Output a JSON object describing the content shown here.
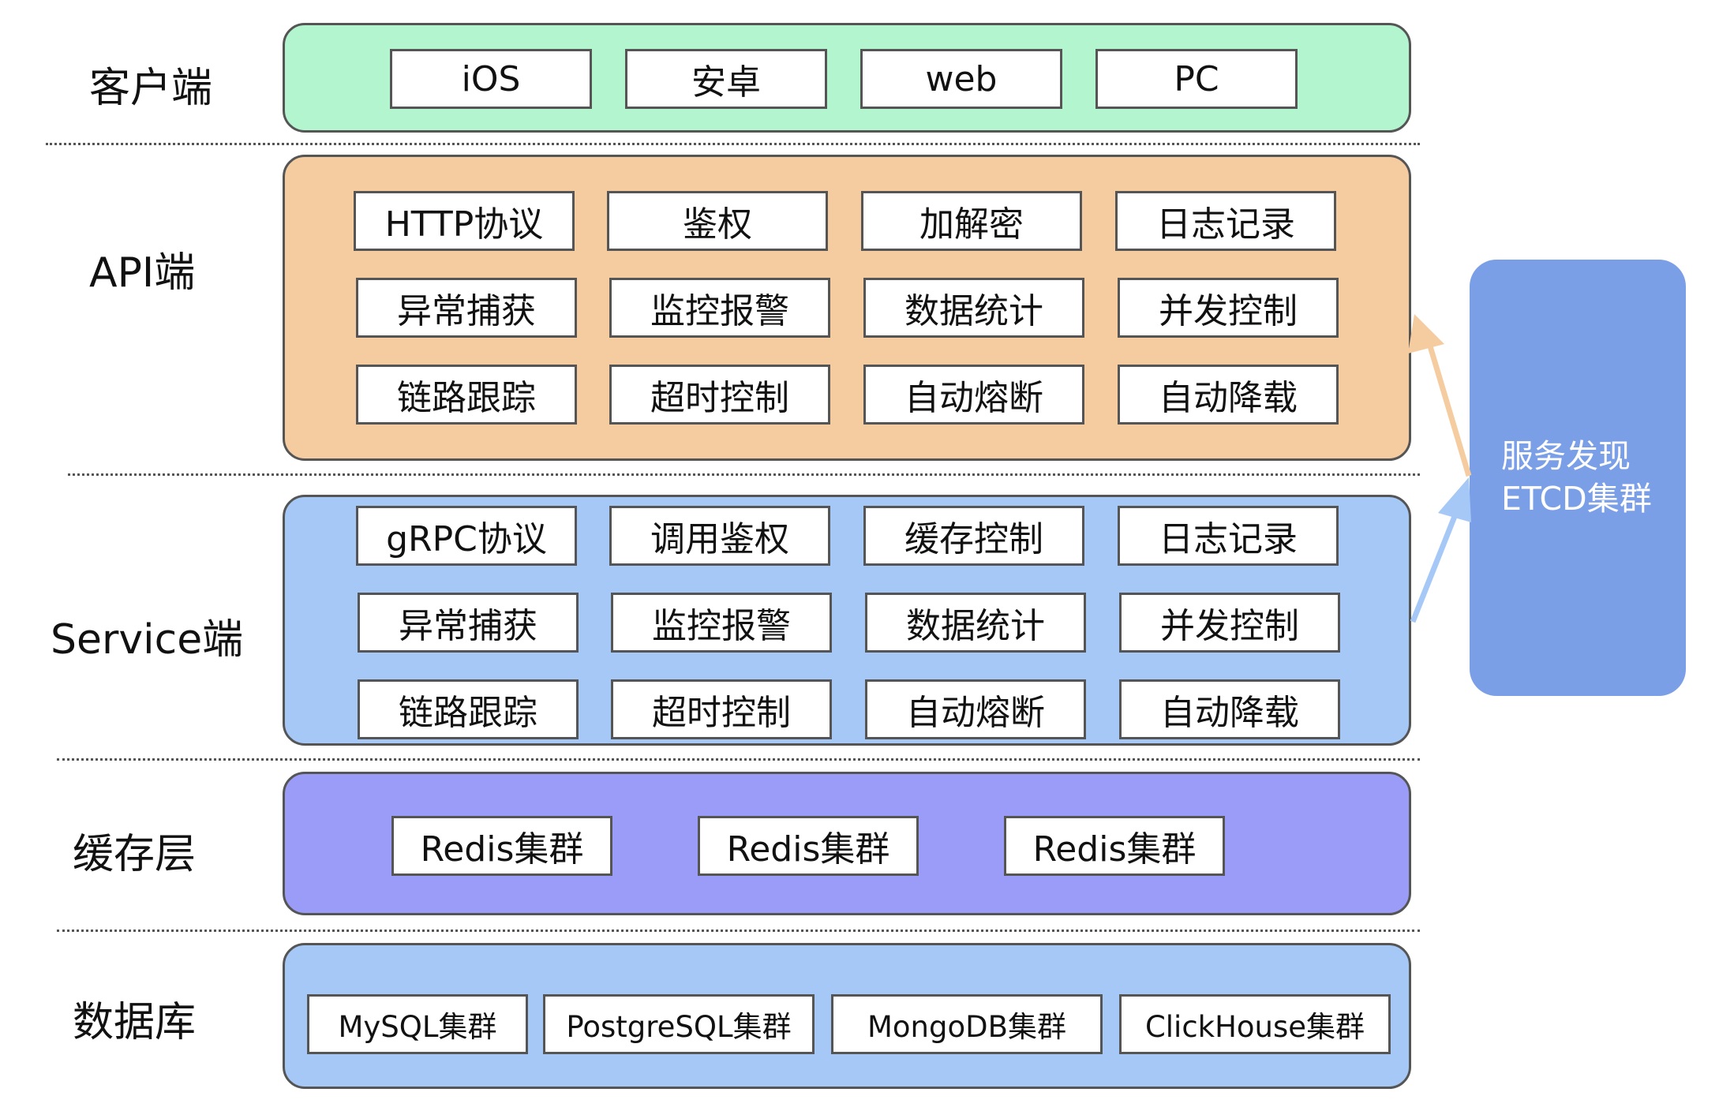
{
  "layers": {
    "client": {
      "label": "客户端",
      "items": [
        "iOS",
        "安卓",
        "web",
        "PC"
      ]
    },
    "api": {
      "label": "API端",
      "rows": [
        [
          "HTTP协议",
          "鉴权",
          "加解密",
          "日志记录"
        ],
        [
          "异常捕获",
          "监控报警",
          "数据统计",
          "并发控制"
        ],
        [
          "链路跟踪",
          "超时控制",
          "自动熔断",
          "自动降载"
        ]
      ]
    },
    "service": {
      "label": "Service端",
      "rows": [
        [
          "gRPC协议",
          "调用鉴权",
          "缓存控制",
          "日志记录"
        ],
        [
          "异常捕获",
          "监控报警",
          "数据统计",
          "并发控制"
        ],
        [
          "链路跟踪",
          "超时控制",
          "自动熔断",
          "自动降载"
        ]
      ]
    },
    "cache": {
      "label": "缓存层",
      "items": [
        "Redis集群",
        "Redis集群",
        "Redis集群"
      ]
    },
    "database": {
      "label": "数据库",
      "items": [
        "MySQL集群",
        "PostgreSQL集群",
        "MongoDB集群",
        "ClickHouse集群"
      ]
    }
  },
  "discovery": {
    "line1": "服务发现",
    "line2": "ETCD集群"
  },
  "colors": {
    "client_bg": "#b2f5cf",
    "api_bg": "#f5cba0",
    "service_bg": "#a5c8f7",
    "cache_bg": "#9b9cf7",
    "database_bg": "#a5c8f7",
    "discovery_bg": "#7b9fe6",
    "arrow_api": "#f5cba0",
    "arrow_service": "#a5c8f7"
  }
}
